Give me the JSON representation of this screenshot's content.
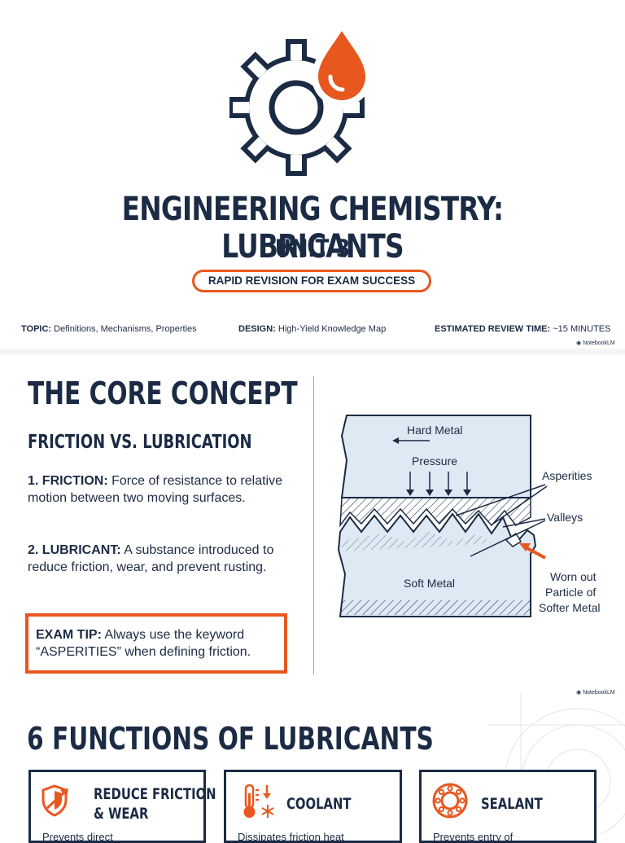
{
  "header": {
    "title": "ENGINEERING CHEMISTRY: LUBRICANTS",
    "unit": "UNIT 3",
    "tagline": "RAPID REVISION FOR EXAM SUCCESS",
    "meta": [
      {
        "label": "TOPIC:",
        "value": "Definitions, Mechanisms, Properties"
      },
      {
        "label": "DESIGN:",
        "value": "High-Yield Knowledge Map"
      },
      {
        "label": "ESTIMATED REVIEW TIME:",
        "value": "~15 MINUTES"
      }
    ],
    "watermark": "NotebookLM"
  },
  "core": {
    "heading": "THE CORE CONCEPT",
    "subheading": "FRICTION VS. LUBRICATION",
    "friction_label": "1. FRICTION:",
    "friction_text": "Force of resistance to relative motion between two moving surfaces.",
    "lubricant_label": "2. LUBRICANT:",
    "lubricant_text": "A substance introduced to reduce friction, wear, and prevent rusting.",
    "tip_label": "EXAM TIP:",
    "tip_text": "Always use the keyword “ASPERITIES” when defining friction.",
    "diagram": {
      "hard_metal": "Hard Metal",
      "pressure": "Pressure",
      "asperities": "Asperities",
      "valleys": "Valleys",
      "soft_metal": "Soft Metal",
      "worn_1": "Worn out",
      "worn_2": "Particle of",
      "worn_3": "Softer Metal"
    }
  },
  "functions": {
    "heading": "6 FUNCTIONS OF LUBRICANTS",
    "watermark": "NotebookLM",
    "cards": [
      {
        "title_1": "REDUCE FRICTION",
        "title_2": "& WEAR",
        "icon": "shield-arrow-icon",
        "desc": "Prevents direct"
      },
      {
        "title_1": "COOLANT",
        "title_2": "",
        "icon": "thermometer-snowflake-icon",
        "desc": "Dissipates friction heat"
      },
      {
        "title_1": "SEALANT",
        "title_2": "",
        "icon": "gasket-ring-icon",
        "desc": "Prevents entry of"
      }
    ]
  },
  "colors": {
    "navy": "#1b2b44",
    "orange": "#e8571e",
    "metal_fill": "#dfe9f4"
  }
}
